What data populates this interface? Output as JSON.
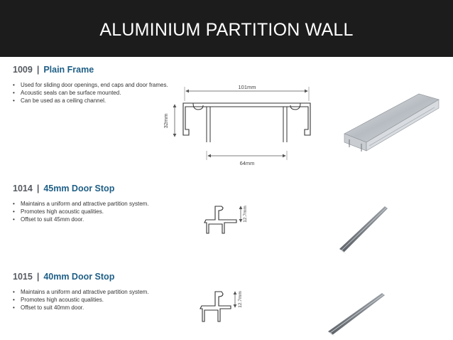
{
  "header": {
    "title": "ALUMINIUM PARTITION WALL"
  },
  "products": [
    {
      "code": "1009",
      "separator": "|",
      "name": "Plain Frame",
      "bullets": [
        "Used for sliding door openings, end caps and door frames.",
        "Acoustic seals can be surface mounted.",
        "Can be used as a ceiling channel."
      ],
      "dims": {
        "width": "101mm",
        "height": "32mm",
        "inner": "64mm"
      }
    },
    {
      "code": "1014",
      "separator": "|",
      "name": "45mm Door Stop",
      "bullets": [
        "Maintains a uniform and attractive partition system.",
        "Promotes high acoustic qualities.",
        "Offset to suit 45mm door."
      ],
      "dims": {
        "height": "12.7mm"
      }
    },
    {
      "code": "1015",
      "separator": "|",
      "name": "40mm Door Stop",
      "bullets": [
        "Maintains a uniform and attractive partition system.",
        "Promotes high acoustic qualities.",
        "Offset to suit 40mm door."
      ],
      "dims": {
        "height": "12.7mm"
      }
    }
  ],
  "colors": {
    "banner": "#1c1c1c",
    "name_accent": "#1f5f86",
    "code": "#555a60"
  }
}
